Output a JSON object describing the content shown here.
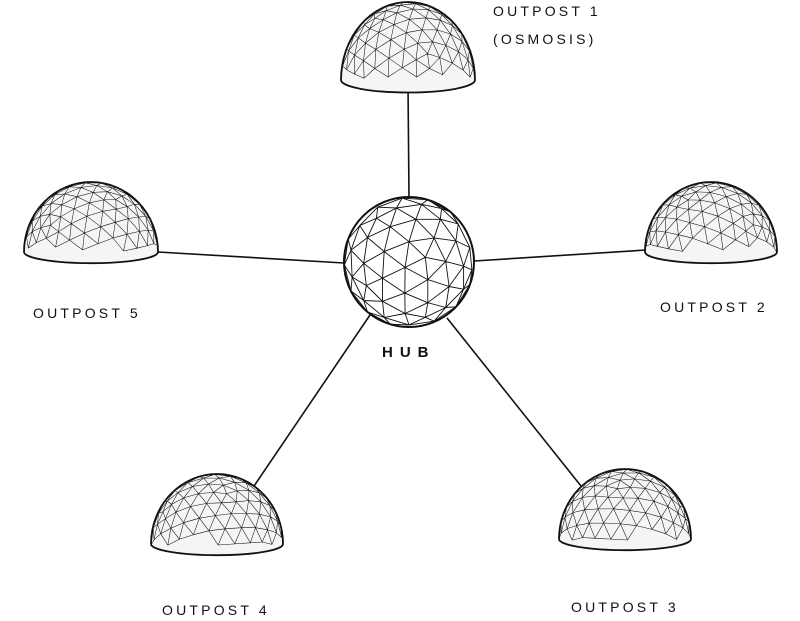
{
  "diagram": {
    "hub": {
      "label": "HUB"
    },
    "outposts": [
      {
        "label": "OUTPOST 1",
        "sublabel": "(OSMOSIS)"
      },
      {
        "label": "OUTPOST 2"
      },
      {
        "label": "OUTPOST 3"
      },
      {
        "label": "OUTPOST 4"
      },
      {
        "label": "OUTPOST 5"
      }
    ],
    "colors": {
      "stroke": "#111111",
      "dome_fill": "#f5f5f5",
      "background": "#ffffff"
    }
  }
}
